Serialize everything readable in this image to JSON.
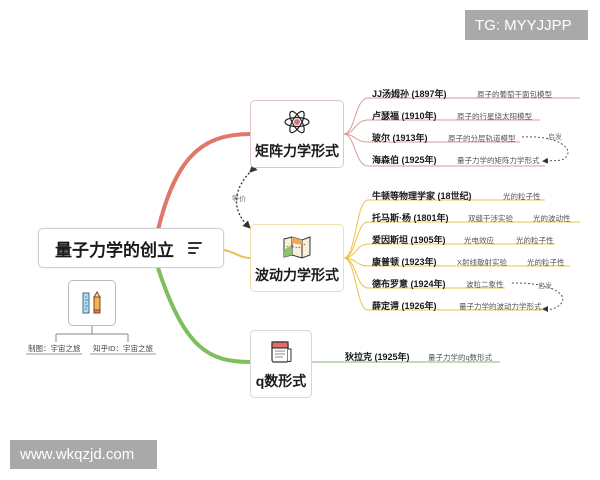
{
  "root": {
    "title": "量子力学的创立",
    "icon": "menu-lines-icon"
  },
  "credits": {
    "icon": "ruler-pencil-icon",
    "items": [
      {
        "label": "制图：宇宙之旅"
      },
      {
        "label": "知乎ID：宇宙之旅"
      }
    ]
  },
  "relation_equivalent": {
    "label": "等价"
  },
  "branches": [
    {
      "title": "矩阵力学形式",
      "icon": "atom-icon",
      "color": "#e0786a",
      "leaves": [
        {
          "name": "JJ汤姆孙 (1897年)",
          "notes": [
            "原子的葡萄干面包模型"
          ]
        },
        {
          "name": "卢瑟福 (1910年)",
          "notes": [
            "原子的行星绕太阳模型"
          ]
        },
        {
          "name": "玻尔 (1913年)",
          "notes": [
            "原子的分层轨道模型"
          ]
        },
        {
          "name": "海森伯 (1925年)",
          "notes": [
            "量子力学的矩阵力学形式"
          ]
        }
      ],
      "relation": {
        "label": "启发"
      }
    },
    {
      "title": "波动力学形式",
      "icon": "map-icon",
      "color": "#e8c44a",
      "leaves": [
        {
          "name": "牛顿等物理学家 (18世纪)",
          "notes": [
            "光的粒子性"
          ]
        },
        {
          "name": "托马斯·杨 (1801年)",
          "notes": [
            "双缝干涉实验",
            "光的波动性"
          ]
        },
        {
          "name": "爱因斯坦 (1905年)",
          "notes": [
            "光电效应",
            "光的粒子性"
          ]
        },
        {
          "name": "康普顿 (1923年)",
          "notes": [
            "X射线散射实验",
            "光的粒子性"
          ]
        },
        {
          "name": "德布罗意 (1924年)",
          "notes": [
            "波粒二象性"
          ]
        },
        {
          "name": "薛定谔 (1926年)",
          "notes": [
            "量子力学的波动力学形式"
          ]
        }
      ],
      "relation": {
        "label": "启发"
      }
    },
    {
      "title": "q数形式",
      "icon": "notebook-icon",
      "color": "#7cbf5c",
      "leaves": [
        {
          "name": "狄拉克 (1925年)",
          "notes": [
            "量子力学的q数形式"
          ]
        }
      ]
    }
  ],
  "watermarks": {
    "top_right": "TG: MYYJJPP",
    "bottom_left": "www.wkqzjd.com"
  }
}
